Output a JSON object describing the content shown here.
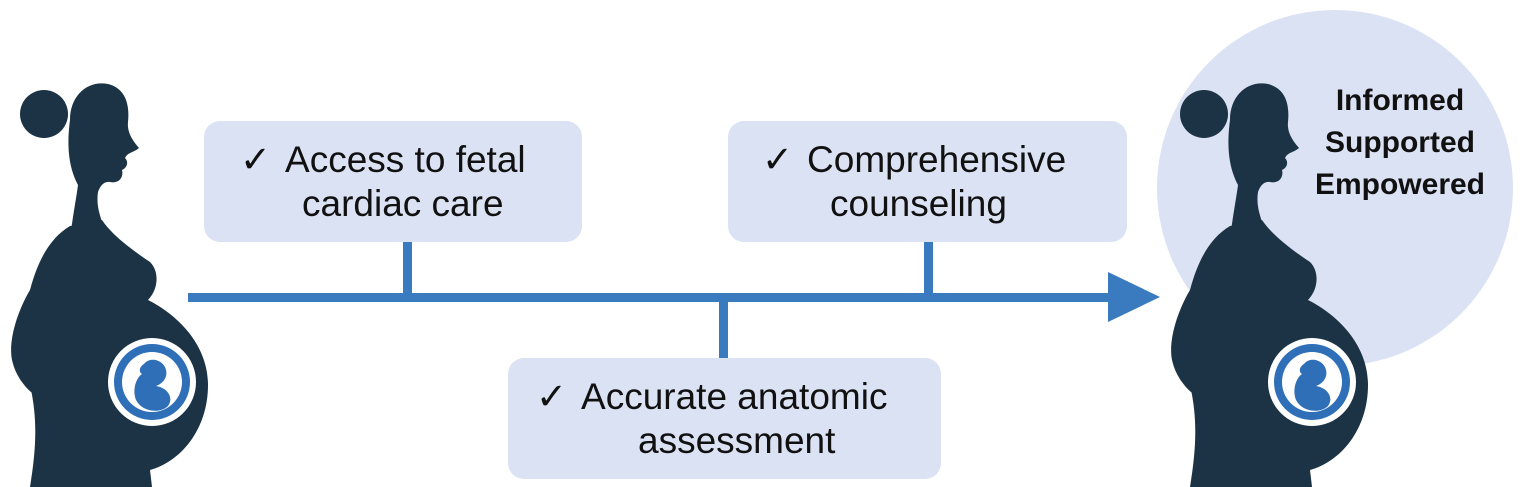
{
  "colors": {
    "silhouette": "#1b3344",
    "arrow": "#3a7abf",
    "box_fill": "#dbe2f3",
    "halo": "#dbe2f3",
    "fetus_badge": "#2f6fb7"
  },
  "timeline": {
    "steps": [
      {
        "check": "✓",
        "line1": "Access to fetal",
        "line2": "cardiac care"
      },
      {
        "check": "✓",
        "line1": "Comprehensive",
        "line2": "counseling"
      },
      {
        "check": "✓",
        "line1": "Accurate anatomic",
        "line2": "assessment"
      }
    ]
  },
  "outcome": {
    "lines": [
      "Informed",
      "Supported",
      "Empowered"
    ]
  },
  "icons": {
    "left_figure": "pregnant-woman-silhouette-icon",
    "right_figure": "pregnant-woman-silhouette-icon",
    "fetus": "fetus-icon"
  }
}
